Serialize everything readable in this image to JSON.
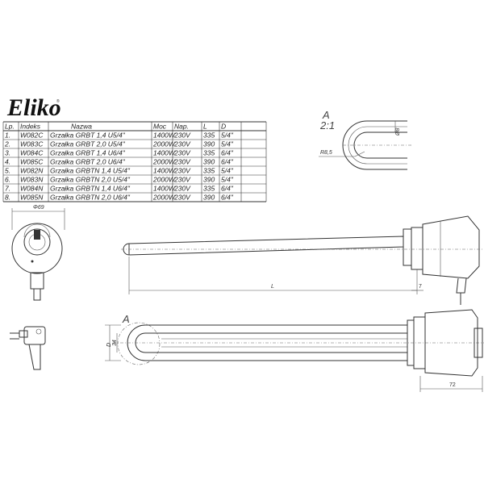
{
  "logo": {
    "text": "Eliko",
    "reg": "®"
  },
  "table": {
    "headers": [
      "Lp.",
      "Indeks",
      "Nazwa",
      "Moc",
      "Nap.",
      "L",
      "D"
    ],
    "rows": [
      [
        "1.",
        "W082C",
        "Grzałka GRBT 1,4 U5/4\"",
        "1400W",
        "230V",
        "335",
        "5/4\""
      ],
      [
        "2.",
        "W083C",
        "Grzałka GRBT 2,0 U5/4\"",
        "2000W",
        "230V",
        "390",
        "5/4\""
      ],
      [
        "3.",
        "W084C",
        "Grzałka GRBT 1,4 U6/4\"",
        "1400W",
        "230V",
        "335",
        "6/4\""
      ],
      [
        "4.",
        "W085C",
        "Grzałka GRBT 2,0 U6/4\"",
        "2000W",
        "230V",
        "390",
        "6/4\""
      ],
      [
        "5.",
        "W082N",
        "Grzałka GRBTN 1,4 U5/4\"",
        "1400W",
        "230V",
        "335",
        "5/4\""
      ],
      [
        "6.",
        "W083N",
        "Grzałka GRBTN 2,0 U5/4\"",
        "2000W",
        "230V",
        "390",
        "5/4\""
      ],
      [
        "7.",
        "W084N",
        "Grzałka GRBTN 1,4 U6/4\"",
        "1400W",
        "230V",
        "335",
        "6/4\""
      ],
      [
        "8.",
        "W085N",
        "Grzałka GRBTN 2,0 U6/4\"",
        "2000W",
        "230V",
        "390",
        "6/4\""
      ]
    ]
  },
  "detail_a": {
    "label": "A",
    "scale": "2:1",
    "radius": "R8,5",
    "dia": "Ø8"
  },
  "front_view": {
    "dia": "Φ69"
  },
  "side_view": {
    "length": "L",
    "offset": "7"
  },
  "bottom_view": {
    "detail_marker": "A",
    "dim_d": "D",
    "dim_34": "34",
    "width": "72"
  }
}
